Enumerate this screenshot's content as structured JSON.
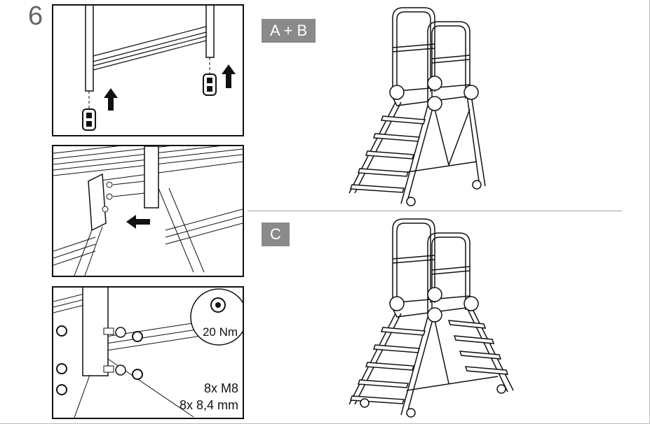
{
  "step_number": "6",
  "panels": {
    "detail_1": {},
    "detail_2": {},
    "detail_3": {
      "torque": "20 Nm",
      "bolts": "8x M8",
      "washers": "8x 8,4 mm"
    }
  },
  "variants": {
    "top": {
      "label": "A + B"
    },
    "bottom": {
      "label": "C"
    }
  },
  "icons": [
    "arrow-up-icon",
    "arrow-left-icon",
    "torque-wrench-icon",
    "magnifier-circle-icon"
  ],
  "colors": {
    "badge_bg": "#8a8a8a",
    "line": "#111111",
    "divider": "#a5a5a5"
  }
}
